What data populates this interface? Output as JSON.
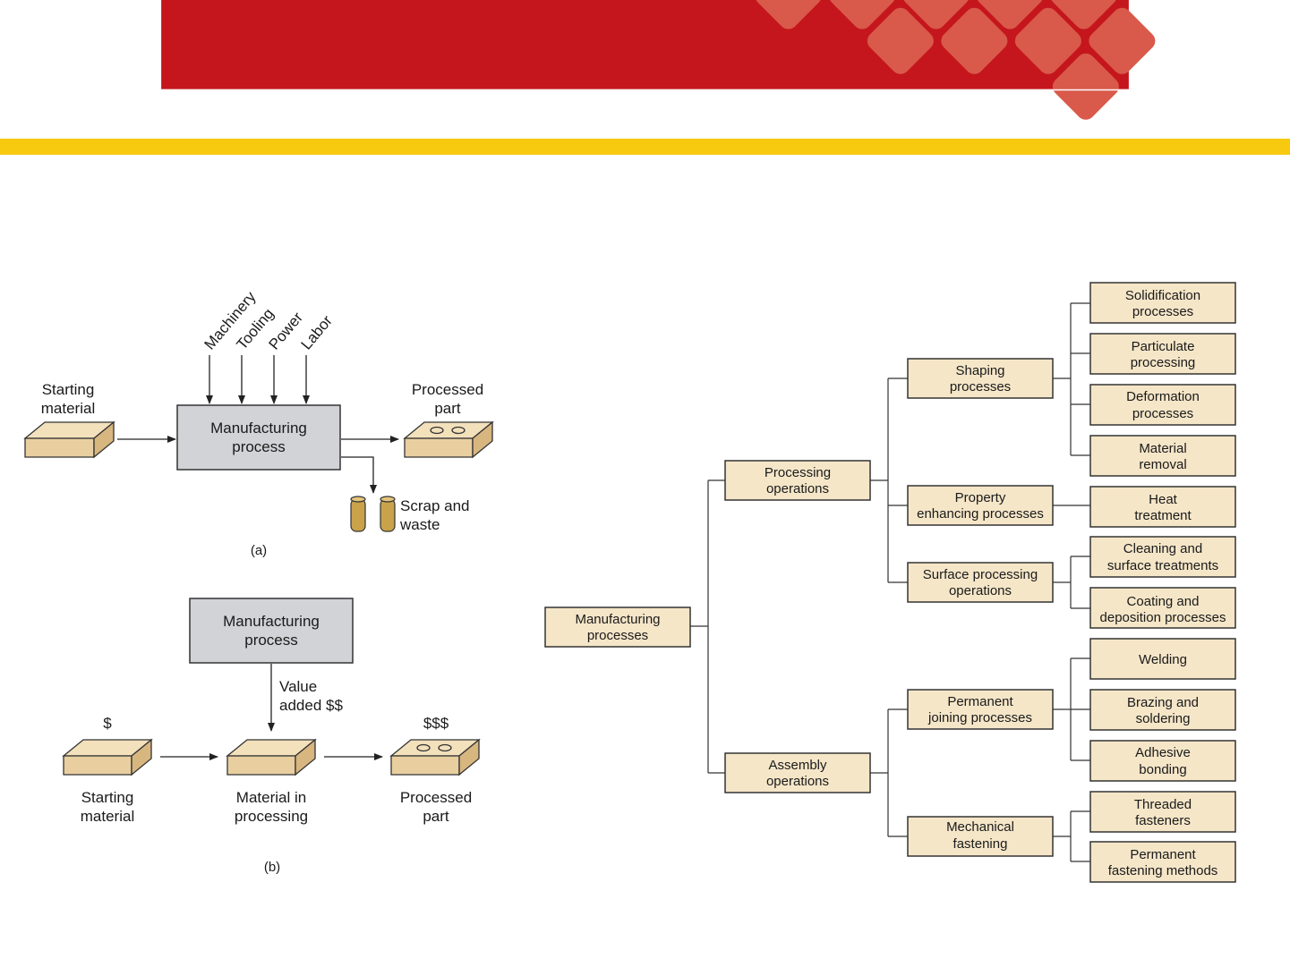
{
  "colors": {
    "header_red": "#C4161C",
    "header_diamond": "#D9594A",
    "accent_yellow": "#F7C90F",
    "box_fill": "#F5E6C8",
    "process_gray": "#D1D3D6",
    "block_top": "#F3E1BC",
    "block_front": "#E9CFA0",
    "block_side": "#D8B680",
    "cylinder": "#C9A24A"
  },
  "fig_a": {
    "inputs": [
      "Machinery",
      "Tooling",
      "Power",
      "Labor"
    ],
    "starting_material": [
      "Starting",
      "material"
    ],
    "process": [
      "Manufacturing",
      "process"
    ],
    "processed_part": [
      "Processed",
      "part"
    ],
    "scrap": [
      "Scrap and",
      "waste"
    ],
    "caption": "(a)"
  },
  "fig_b": {
    "process": [
      "Manufacturing",
      "process"
    ],
    "value_added": [
      "Value",
      "added $$"
    ],
    "dollar_start": "$",
    "dollar_end": "$$$",
    "starting_material": [
      "Starting",
      "material"
    ],
    "material_in_processing": [
      "Material in",
      "processing"
    ],
    "processed_part": [
      "Processed",
      "part"
    ],
    "caption": "(b)"
  },
  "tree": {
    "root": [
      "Manufacturing",
      "processes"
    ],
    "processing_operations": [
      "Processing",
      "operations"
    ],
    "assembly_operations": [
      "Assembly",
      "operations"
    ],
    "shaping": [
      "Shaping",
      "processes"
    ],
    "property": [
      "Property",
      "enhancing processes"
    ],
    "surface": [
      "Surface processing",
      "operations"
    ],
    "permanent_joining": [
      "Permanent",
      "joining processes"
    ],
    "mechanical_fastening": [
      "Mechanical",
      "fastening"
    ],
    "solidification": [
      "Solidification",
      "processes"
    ],
    "particulate": [
      "Particulate",
      "processing"
    ],
    "deformation": [
      "Deformation",
      "processes"
    ],
    "material_removal": [
      "Material",
      "removal"
    ],
    "heat_treatment": [
      "Heat",
      "treatment"
    ],
    "cleaning": [
      "Cleaning and",
      "surface treatments"
    ],
    "coating": [
      "Coating and",
      "deposition processes"
    ],
    "welding": [
      "Welding"
    ],
    "brazing": [
      "Brazing and",
      "soldering"
    ],
    "adhesive": [
      "Adhesive",
      "bonding"
    ],
    "threaded": [
      "Threaded",
      "fasteners"
    ],
    "permanent_fastening": [
      "Permanent",
      "fastening methods"
    ]
  }
}
